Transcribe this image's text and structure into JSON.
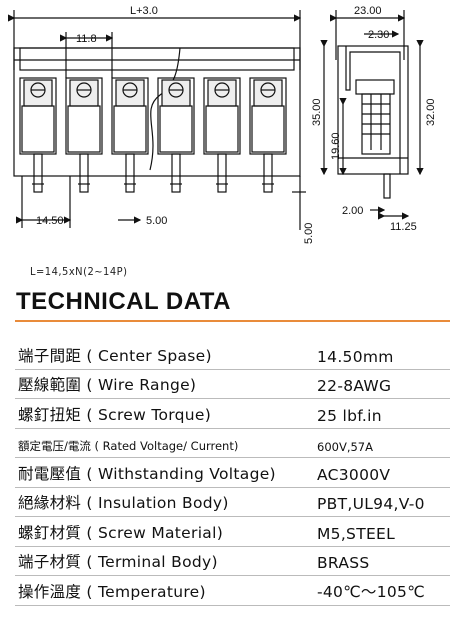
{
  "drawing": {
    "dims": {
      "length": "L+3.0",
      "pitch": "11.8",
      "offset_left": "14.50",
      "pin_width": "5.00",
      "pin_length": "5.00",
      "height_total": "35.00",
      "height_body": "19.60",
      "depth": "23.00",
      "wall": "2.30",
      "height_right": "32.00",
      "pin_offset": "2.00",
      "base_depth": "11.25"
    }
  },
  "formula": "L=14,5xN(2~14P)",
  "heading": "TECHNICAL DATA",
  "specs": [
    {
      "label": "端子間距 ( Center Spase)",
      "value": "14.50mm",
      "small": false
    },
    {
      "label": "壓線範圍 ( Wire Range)",
      "value": "22-8AWG",
      "small": false
    },
    {
      "label": "螺釘扭矩 ( Screw Torque)",
      "value": "25 lbf.in",
      "small": false
    },
    {
      "label": "額定電压/電流 ( Rated Voltage/ Current)",
      "value": "600V,57A",
      "small": true
    },
    {
      "label": "耐電壓值 ( Withstanding Voltage)",
      "value": "AC3000V",
      "small": false
    },
    {
      "label": "絕緣材料 ( Insulation Body)",
      "value": "PBT,UL94,V-0",
      "small": false
    },
    {
      "label": "螺釘材質 ( Screw Material)",
      "value": "M5,STEEL",
      "small": false
    },
    {
      "label": "端子材質 ( Terminal Body)",
      "value": "BRASS",
      "small": false
    },
    {
      "label": "操作溫度 ( Temperature)",
      "value": "-40℃～105℃",
      "small": false
    }
  ]
}
